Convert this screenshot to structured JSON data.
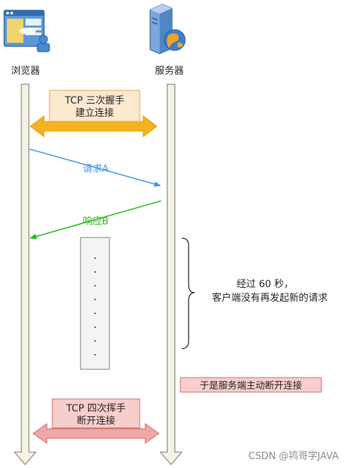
{
  "browser": {
    "label": "浏览器",
    "icon": "browser-window-icon"
  },
  "server": {
    "label": "服务器",
    "icon": "server-globe-icon"
  },
  "handshake": {
    "line1": "TCP 三次握手",
    "line2": "建立连接"
  },
  "request": {
    "label": "请求A"
  },
  "response": {
    "label": "响应B"
  },
  "idle_dots": [
    ".",
    ".",
    ".",
    ".",
    ".",
    ".",
    ".",
    "."
  ],
  "idle_note": {
    "line1": "经过 60 秒，",
    "line2": "客户端没有再发起新的请求"
  },
  "close_note": "于是服务端主动断开连接",
  "wave": {
    "line1": "TCP 四次挥手",
    "line2": "断开连接"
  },
  "watermark": "CSDN @鸨哥学JAVA",
  "colors": {
    "lifeline_fill": "#f5f2e6",
    "lifeline_stroke": "#8a8a80",
    "handshake_box": "#fde9d0",
    "handshake_border": "#e0a050",
    "handshake_arrow": "#f3b221",
    "request": "#3d97e6",
    "response": "#1fbd12",
    "close_box": "#f8cecc",
    "close_border": "#c46a6a",
    "wave_arrow": "#f2a7a7"
  }
}
